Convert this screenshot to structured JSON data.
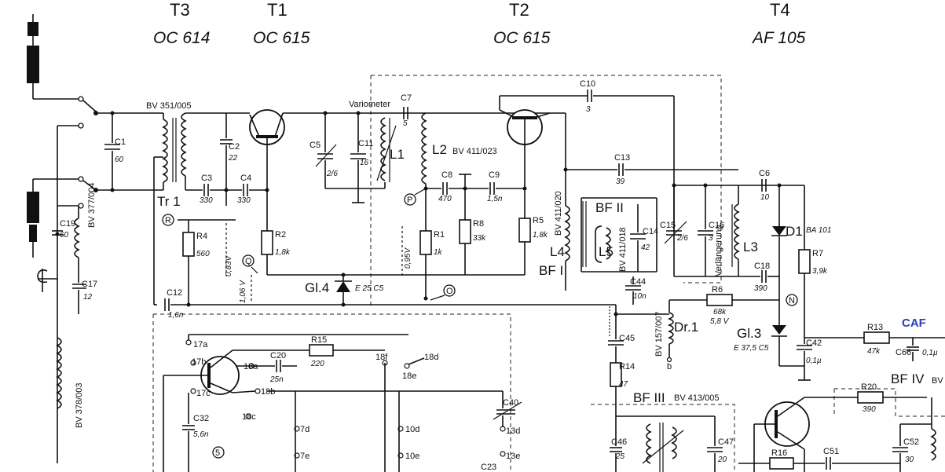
{
  "transistors": [
    {
      "id": "T3",
      "type": "OC 614"
    },
    {
      "id": "T1",
      "type": "OC 615"
    },
    {
      "id": "T2",
      "type": "OC 615"
    },
    {
      "id": "T4",
      "type": "AF 105"
    }
  ],
  "labels": {
    "bv351": "BV 351/005",
    "variometer": "Variometer",
    "tr1": "Tr 1",
    "l1": "L1",
    "l2": "L2",
    "bv411_023": "BV 411/023",
    "l3": "L3",
    "l4": "L4",
    "l5": "L5",
    "bfi": "BF I",
    "bfii": "BF II",
    "bfiii": "BF III",
    "bv413": "BV 413/005",
    "bfiv": "BF IV",
    "bv": "BV",
    "d1": "D1",
    "ba101": "BA 101",
    "gl4": "Gl.4",
    "e25c5": "E 25 C5",
    "gl3": "Gl.3",
    "e375c5": "E 37,5 C5",
    "dr1": "Dr.1",
    "bv157": "BV 157/007",
    "bv411_020": "BV 411/020",
    "bv411_018": "BV 411/018",
    "bv377": "BV 377/004",
    "bv378": "BV 378/003",
    "verlaengerung": "Verlängerung",
    "caf": "CAF",
    "p": "P",
    "o": "O",
    "q": "Q",
    "r": "R",
    "n": "N",
    "s5": "5",
    "b": "b",
    "v083": "0,83V",
    "v106": "1,06 V",
    "v095": "0,95V",
    "v58": "5,8 V"
  },
  "components": [
    {
      "name": "C1",
      "value": "60"
    },
    {
      "name": "C2",
      "value": "22"
    },
    {
      "name": "C3",
      "value": "330"
    },
    {
      "name": "C4",
      "value": "330"
    },
    {
      "name": "C5",
      "value": "2/6"
    },
    {
      "name": "C11",
      "value": "16"
    },
    {
      "name": "C7",
      "value": "5"
    },
    {
      "name": "C10",
      "value": "3"
    },
    {
      "name": "C8",
      "value": "470"
    },
    {
      "name": "C9",
      "value": "1,5n"
    },
    {
      "name": "C13",
      "value": "39"
    },
    {
      "name": "C6",
      "value": "10"
    },
    {
      "name": "C14",
      "value": "42"
    },
    {
      "name": "C15",
      "value": "2/6"
    },
    {
      "name": "C16",
      "value": "3"
    },
    {
      "name": "C18",
      "value": "390"
    },
    {
      "name": "C19",
      "value": "60"
    },
    {
      "name": "C17",
      "value": "12"
    },
    {
      "name": "C12",
      "value": "1,6n"
    },
    {
      "name": "C44",
      "value": "10n"
    },
    {
      "name": "C45",
      "value": ""
    },
    {
      "name": "C42",
      "value": "0,1µ"
    },
    {
      "name": "C66",
      "value": "0,1µ"
    },
    {
      "name": "C20",
      "value": "25n"
    },
    {
      "name": "C32",
      "value": "5,6n"
    },
    {
      "name": "C40",
      "value": ""
    },
    {
      "name": "C46",
      "value": "25"
    },
    {
      "name": "C47",
      "value": "20"
    },
    {
      "name": "C51",
      "value": ""
    },
    {
      "name": "C52",
      "value": "30"
    },
    {
      "name": "R1",
      "value": "1k"
    },
    {
      "name": "R2",
      "value": "1,8k"
    },
    {
      "name": "R4",
      "value": "560"
    },
    {
      "name": "R5",
      "value": "1,8k"
    },
    {
      "name": "R6",
      "value": "68k"
    },
    {
      "name": "R7",
      "value": "3,9k"
    },
    {
      "name": "R8",
      "value": "33k"
    },
    {
      "name": "R13",
      "value": "47k"
    },
    {
      "name": "R14",
      "value": "47"
    },
    {
      "name": "R15",
      "value": "220"
    },
    {
      "name": "R16",
      "value": ""
    },
    {
      "name": "R20",
      "value": "390"
    }
  ],
  "pins": [
    "17a",
    "17b",
    "17c",
    "18a",
    "18b",
    "18c",
    "18f",
    "18d",
    "18e",
    "7d",
    "7e",
    "10d",
    "10e",
    "13d",
    "13e",
    "C23"
  ]
}
